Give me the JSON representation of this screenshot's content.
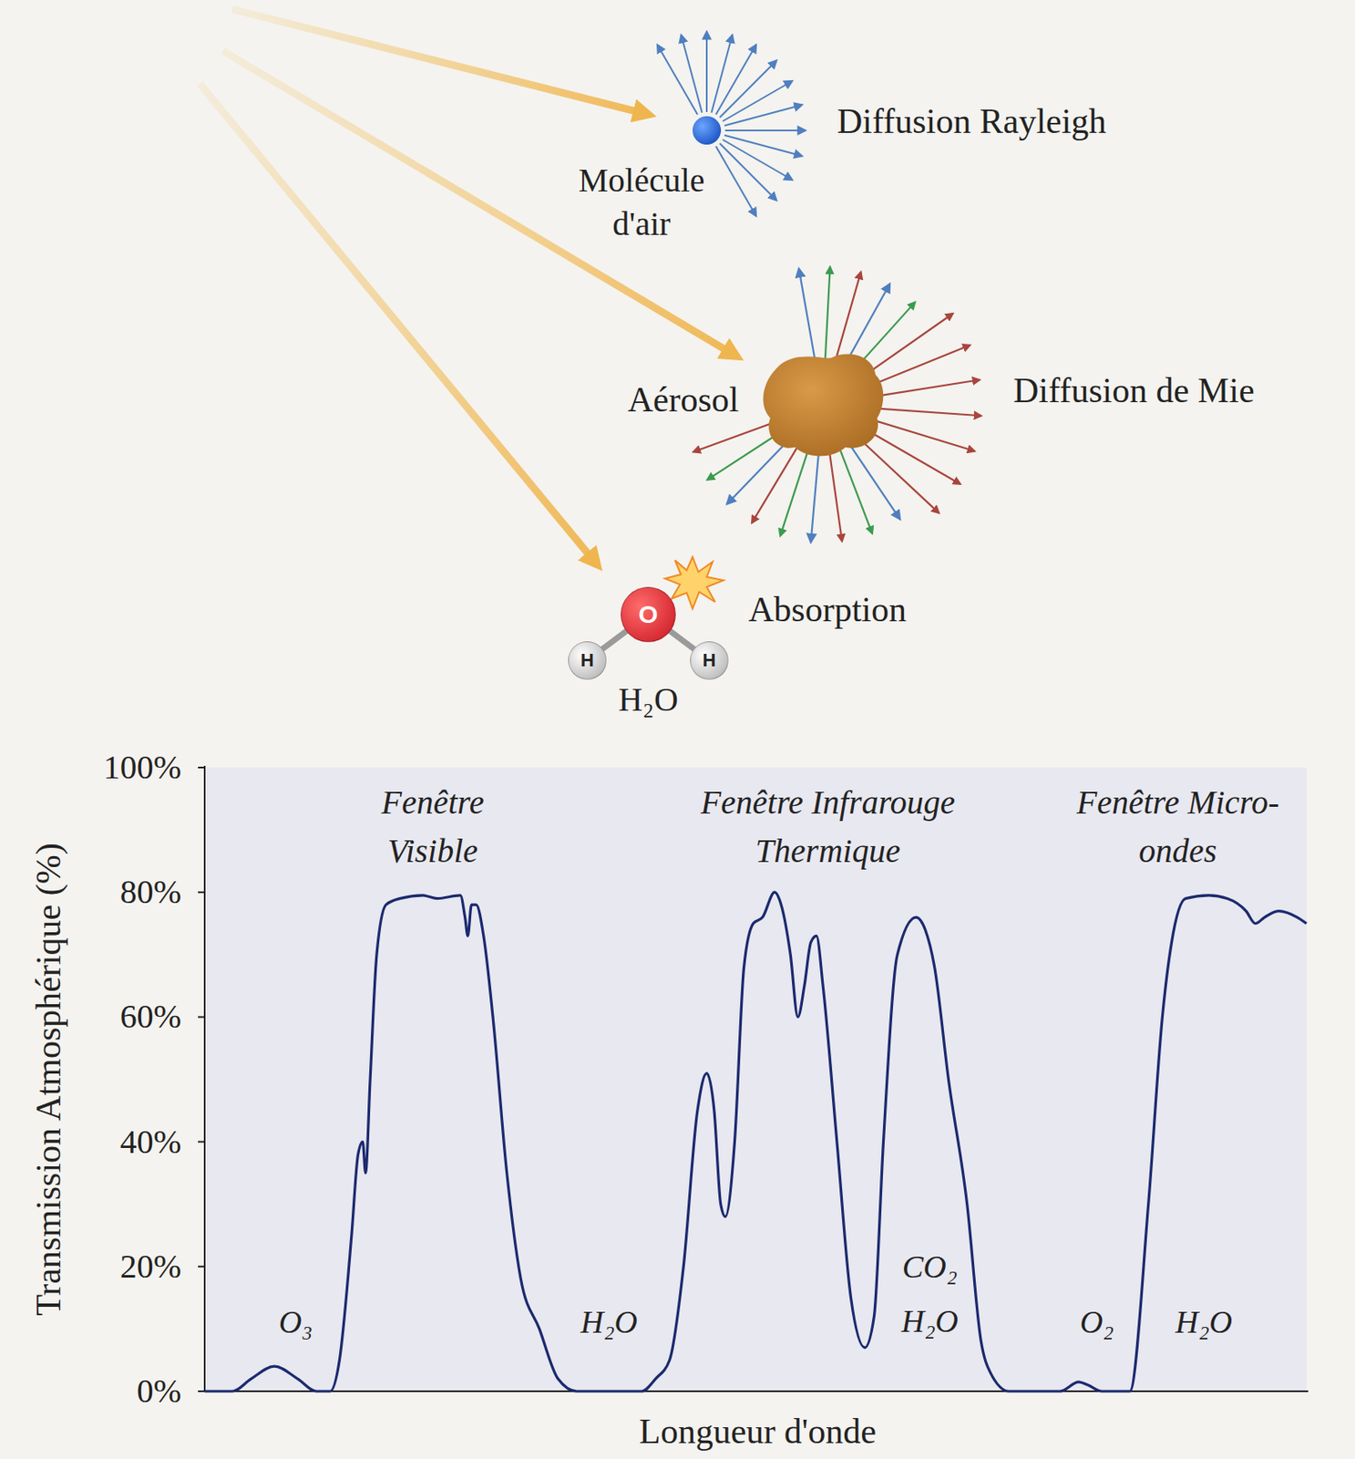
{
  "diagram": {
    "nodes": [
      {
        "text": [
          "O"
        ]
      },
      {
        "text": [
          "H"
        ]
      },
      {
        "text": [
          "H"
        ]
      }
    ],
    "edges": [
      {
        "from": 0,
        "to": 1,
        "arrow": "none"
      },
      {
        "from": 0,
        "to": 2,
        "arrow": "none"
      }
    ],
    "labels": [
      "Diffusion Rayleigh",
      "Molécule d'air",
      "Aérosol",
      "Diffusion de Mie",
      "Absorption",
      "H₂O",
      "Fenêtre Visible",
      "Fenêtre Infrarouge Thermique",
      "Fenêtre Micro-ondes",
      "100%",
      "80%",
      "60%",
      "40%",
      "20%",
      "0%",
      "O₃",
      "H₂O",
      "CO₂ H₂O",
      "O₂",
      "H₂O",
      "Transmission Atmosphérique (%)",
      "Longueur d'onde"
    ]
  }
}
